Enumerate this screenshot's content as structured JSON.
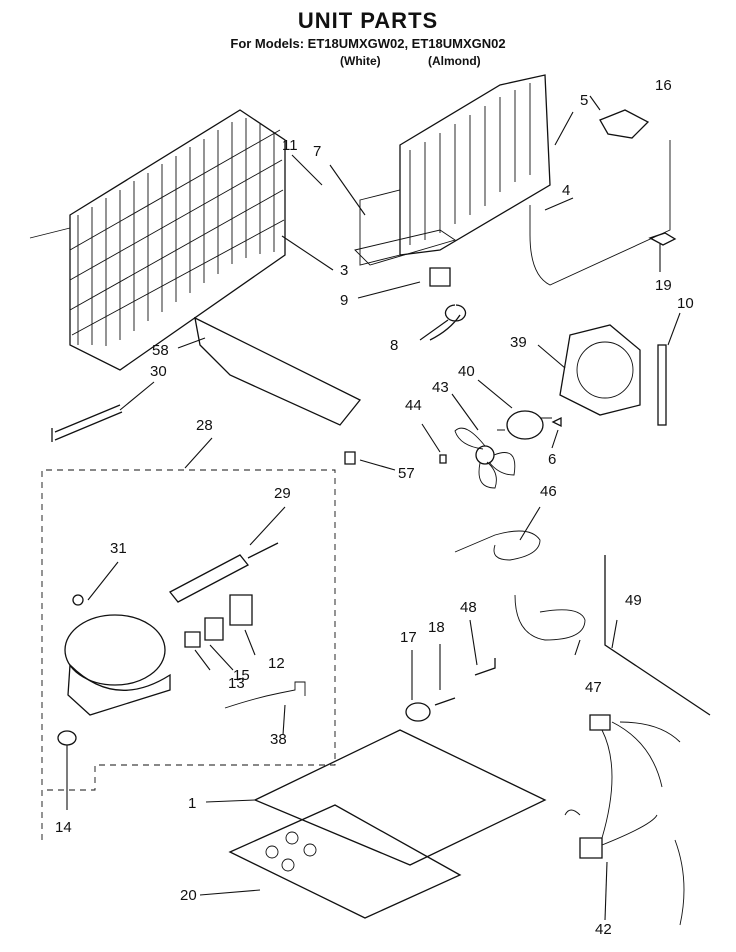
{
  "header": {
    "title": "UNIT PARTS",
    "models_line": "For Models: ET18UMXGW02, ET18UMXGN02",
    "variant_white": "(White)",
    "variant_almond": "(Almond)"
  },
  "callouts": [
    "1",
    "3",
    "4",
    "5",
    "6",
    "7",
    "8",
    "9",
    "10",
    "11",
    "12",
    "13",
    "14",
    "15",
    "16",
    "17",
    "18",
    "19",
    "20",
    "28",
    "29",
    "30",
    "31",
    "38",
    "39",
    "40",
    "42",
    "43",
    "44",
    "46",
    "47",
    "48",
    "49",
    "57",
    "58"
  ]
}
